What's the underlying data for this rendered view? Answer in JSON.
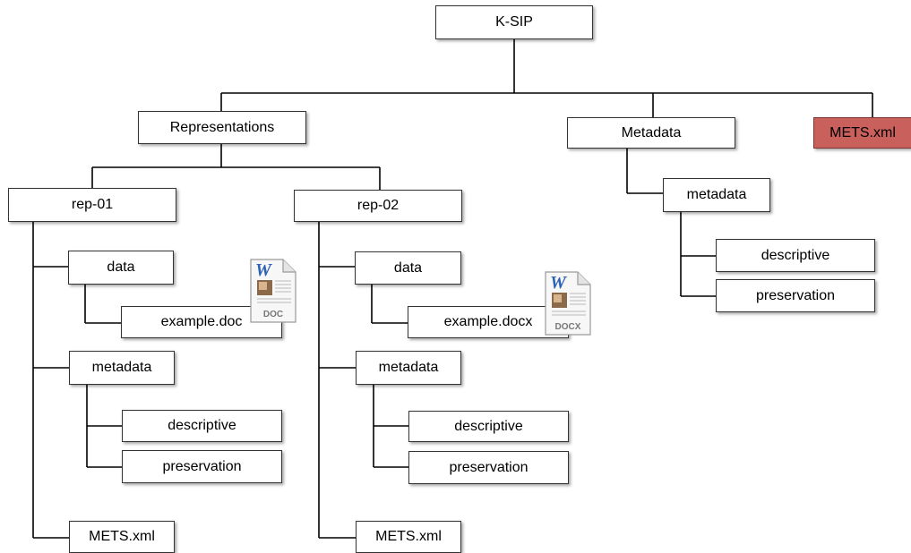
{
  "root": {
    "label": "K-SIP"
  },
  "representations": {
    "label": "Representations",
    "reps": [
      {
        "label": "rep-01",
        "data_label": "data",
        "file_label": "example.doc",
        "file_icon": {
          "name": "word-doc-icon",
          "letter": "W",
          "badge": "DOC"
        },
        "metadata_label": "metadata",
        "descriptive_label": "descriptive",
        "preservation_label": "preservation",
        "mets_label": "METS.xml"
      },
      {
        "label": "rep-02",
        "data_label": "data",
        "file_label": "example.docx",
        "file_icon": {
          "name": "word-docx-icon",
          "letter": "W",
          "badge": "DOCX"
        },
        "metadata_label": "metadata",
        "descriptive_label": "descriptive",
        "preservation_label": "preservation",
        "mets_label": "METS.xml"
      }
    ]
  },
  "metadata": {
    "label": "Metadata",
    "child_label": "metadata",
    "descriptive_label": "descriptive",
    "preservation_label": "preservation"
  },
  "root_mets": {
    "label": "METS.xml",
    "color": "#c9605c"
  }
}
